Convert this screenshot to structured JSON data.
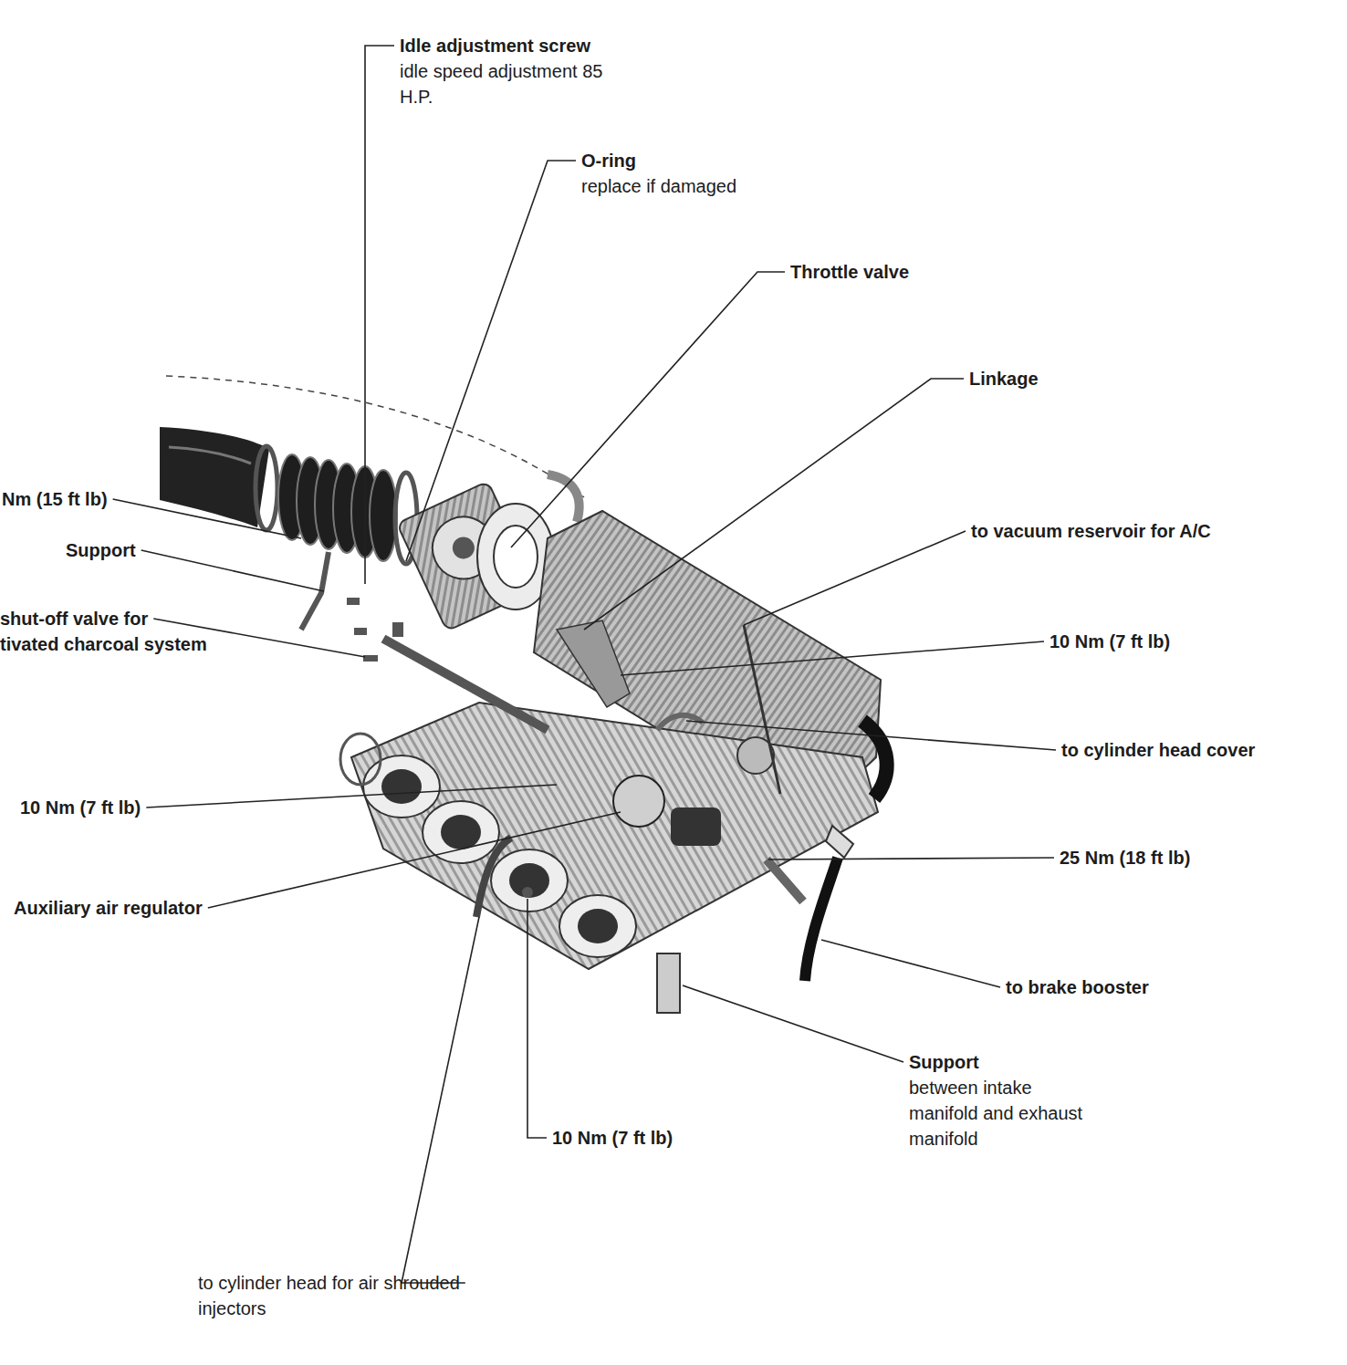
{
  "diagram": {
    "labels": [
      "Idle adjustment screw",
      "idle speed adjustment 85 H.P.",
      "O-ring",
      "replace if damaged",
      "Throttle valve",
      "Linkage",
      "Nm (15 ft lb)",
      "to vacuum reservoir for A/C",
      "Support",
      "shut-off valve for tivated charcoal system",
      "10 Nm (7 ft lb)",
      "to cylinder head cover",
      "10 Nm (7 ft lb)",
      "25 Nm (18 ft lb)",
      "Auxiliary air regulator",
      "to brake booster",
      "Support",
      "between intake manifold and exhaust manifold",
      "10 Nm (7 ft lb)",
      "to cylinder head for air shrouded injectors"
    ]
  }
}
